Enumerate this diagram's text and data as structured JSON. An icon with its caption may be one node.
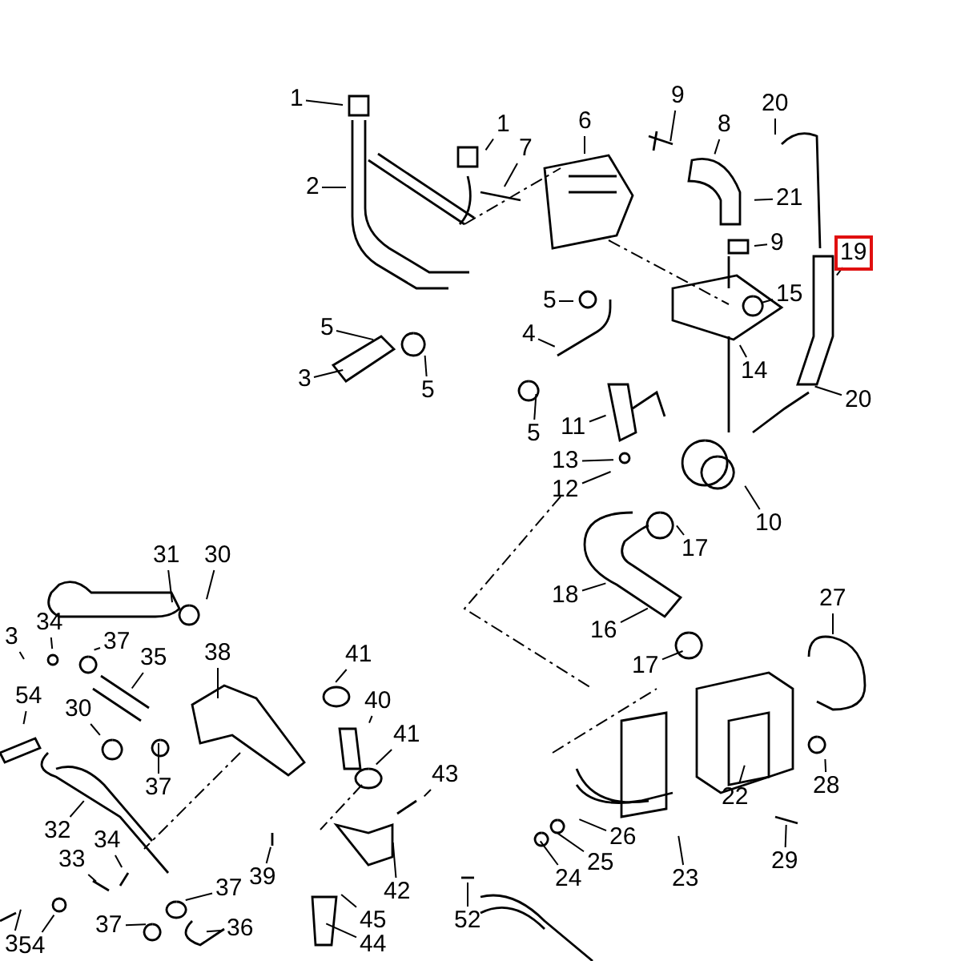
{
  "diagram": {
    "nodes": [
      {
        "text": [
          "1"
        ]
      },
      {
        "text": [
          "2"
        ]
      },
      {
        "text": [
          "1"
        ]
      },
      {
        "text": [
          "7"
        ]
      },
      {
        "text": [
          "6"
        ]
      },
      {
        "text": [
          "9"
        ]
      },
      {
        "text": [
          "8"
        ]
      },
      {
        "text": [
          "20"
        ]
      },
      {
        "text": [
          "21"
        ]
      },
      {
        "text": [
          "9"
        ]
      },
      {
        "text": [
          "19"
        ]
      },
      {
        "text": [
          "15"
        ]
      },
      {
        "text": [
          "14"
        ]
      },
      {
        "text": [
          "5"
        ]
      },
      {
        "text": [
          "3"
        ]
      },
      {
        "text": [
          "5"
        ]
      },
      {
        "text": [
          "4"
        ]
      },
      {
        "text": [
          "5"
        ]
      },
      {
        "text": [
          "5"
        ]
      },
      {
        "text": [
          "11"
        ]
      },
      {
        "text": [
          "13"
        ]
      },
      {
        "text": [
          "12"
        ]
      },
      {
        "text": [
          "20"
        ]
      },
      {
        "text": [
          "10"
        ]
      },
      {
        "text": [
          "17"
        ]
      },
      {
        "text": [
          "18"
        ]
      },
      {
        "text": [
          "16"
        ]
      },
      {
        "text": [
          "17"
        ]
      },
      {
        "text": [
          "27"
        ]
      },
      {
        "text": [
          "28"
        ]
      },
      {
        "text": [
          "22"
        ]
      },
      {
        "text": [
          "29"
        ]
      },
      {
        "text": [
          "26"
        ]
      },
      {
        "text": [
          "25"
        ]
      },
      {
        "text": [
          "24"
        ]
      },
      {
        "text": [
          "23"
        ]
      },
      {
        "text": [
          "31"
        ]
      },
      {
        "text": [
          "30"
        ]
      },
      {
        "text": [
          "34"
        ]
      },
      {
        "text": [
          "3"
        ]
      },
      {
        "text": [
          "37"
        ]
      },
      {
        "text": [
          "35"
        ]
      },
      {
        "text": [
          "38"
        ]
      },
      {
        "text": [
          "41"
        ]
      },
      {
        "text": [
          "54"
        ]
      },
      {
        "text": [
          "30"
        ]
      },
      {
        "text": [
          "40"
        ]
      },
      {
        "text": [
          "41"
        ]
      },
      {
        "text": [
          "37"
        ]
      },
      {
        "text": [
          "43"
        ]
      },
      {
        "text": [
          "32"
        ]
      },
      {
        "text": [
          "34"
        ]
      },
      {
        "text": [
          "33"
        ]
      },
      {
        "text": [
          "39"
        ]
      },
      {
        "text": [
          "37"
        ]
      },
      {
        "text": [
          "42"
        ]
      },
      {
        "text": [
          "45"
        ]
      },
      {
        "text": [
          "37"
        ]
      },
      {
        "text": [
          "36"
        ]
      },
      {
        "text": [
          "44"
        ]
      },
      {
        "text": [
          "52"
        ]
      },
      {
        "text": [
          "3"
        ]
      },
      {
        "text": [
          "54"
        ]
      }
    ],
    "edges": [
      {
        "from": 0,
        "to": null,
        "arrow": "none"
      },
      {
        "from": 1,
        "to": null,
        "arrow": "none"
      },
      {
        "from": 2,
        "to": null,
        "arrow": "none"
      },
      {
        "from": 3,
        "to": null,
        "arrow": "none"
      },
      {
        "from": 4,
        "to": null,
        "arrow": "none"
      },
      {
        "from": 5,
        "to": null,
        "arrow": "none"
      },
      {
        "from": 6,
        "to": null,
        "arrow": "none"
      },
      {
        "from": 7,
        "to": null,
        "arrow": "none"
      },
      {
        "from": 8,
        "to": null,
        "arrow": "none"
      },
      {
        "from": 9,
        "to": null,
        "arrow": "none"
      },
      {
        "from": 10,
        "to": null,
        "arrow": "none"
      },
      {
        "from": 11,
        "to": null,
        "arrow": "none"
      },
      {
        "from": 12,
        "to": null,
        "arrow": "none"
      },
      {
        "from": 13,
        "to": null,
        "arrow": "none"
      },
      {
        "from": 14,
        "to": null,
        "arrow": "none"
      },
      {
        "from": 15,
        "to": null,
        "arrow": "none"
      },
      {
        "from": 16,
        "to": null,
        "arrow": "none"
      },
      {
        "from": 17,
        "to": null,
        "arrow": "none"
      },
      {
        "from": 18,
        "to": null,
        "arrow": "none"
      },
      {
        "from": 19,
        "to": null,
        "arrow": "none"
      },
      {
        "from": 20,
        "to": null,
        "arrow": "none"
      },
      {
        "from": 21,
        "to": null,
        "arrow": "none"
      },
      {
        "from": 22,
        "to": null,
        "arrow": "none"
      },
      {
        "from": 23,
        "to": null,
        "arrow": "none"
      },
      {
        "from": 24,
        "to": null,
        "arrow": "none"
      },
      {
        "from": 25,
        "to": null,
        "arrow": "none"
      },
      {
        "from": 26,
        "to": null,
        "arrow": "none"
      },
      {
        "from": 27,
        "to": null,
        "arrow": "none"
      },
      {
        "from": 28,
        "to": null,
        "arrow": "none"
      },
      {
        "from": 29,
        "to": null,
        "arrow": "none"
      },
      {
        "from": 30,
        "to": null,
        "arrow": "none"
      },
      {
        "from": 31,
        "to": null,
        "arrow": "none"
      },
      {
        "from": 32,
        "to": null,
        "arrow": "none"
      },
      {
        "from": 33,
        "to": null,
        "arrow": "none"
      },
      {
        "from": 34,
        "to": null,
        "arrow": "none"
      },
      {
        "from": 35,
        "to": null,
        "arrow": "none"
      },
      {
        "from": 36,
        "to": null,
        "arrow": "none"
      },
      {
        "from": 37,
        "to": null,
        "arrow": "none"
      },
      {
        "from": 38,
        "to": null,
        "arrow": "none"
      },
      {
        "from": 39,
        "to": null,
        "arrow": "none"
      },
      {
        "from": 40,
        "to": null,
        "arrow": "none"
      },
      {
        "from": 41,
        "to": null,
        "arrow": "none"
      },
      {
        "from": 42,
        "to": null,
        "arrow": "none"
      },
      {
        "from": 43,
        "to": null,
        "arrow": "none"
      },
      {
        "from": 44,
        "to": null,
        "arrow": "none"
      },
      {
        "from": 45,
        "to": null,
        "arrow": "none"
      },
      {
        "from": 46,
        "to": null,
        "arrow": "none"
      },
      {
        "from": 47,
        "to": null,
        "arrow": "none"
      },
      {
        "from": 48,
        "to": null,
        "arrow": "none"
      },
      {
        "from": 49,
        "to": null,
        "arrow": "none"
      },
      {
        "from": 50,
        "to": null,
        "arrow": "none"
      },
      {
        "from": 51,
        "to": null,
        "arrow": "none"
      },
      {
        "from": 52,
        "to": null,
        "arrow": "none"
      },
      {
        "from": 53,
        "to": null,
        "arrow": "none"
      },
      {
        "from": 54,
        "to": null,
        "arrow": "none"
      },
      {
        "from": 55,
        "to": null,
        "arrow": "none"
      },
      {
        "from": 56,
        "to": null,
        "arrow": "none"
      },
      {
        "from": 57,
        "to": null,
        "arrow": "none"
      },
      {
        "from": 58,
        "to": null,
        "arrow": "none"
      },
      {
        "from": 59,
        "to": null,
        "arrow": "none"
      },
      {
        "from": 60,
        "to": null,
        "arrow": "none"
      },
      {
        "from": 61,
        "to": null,
        "arrow": "none"
      },
      {
        "from": 62,
        "to": null,
        "arrow": "none"
      }
    ]
  }
}
